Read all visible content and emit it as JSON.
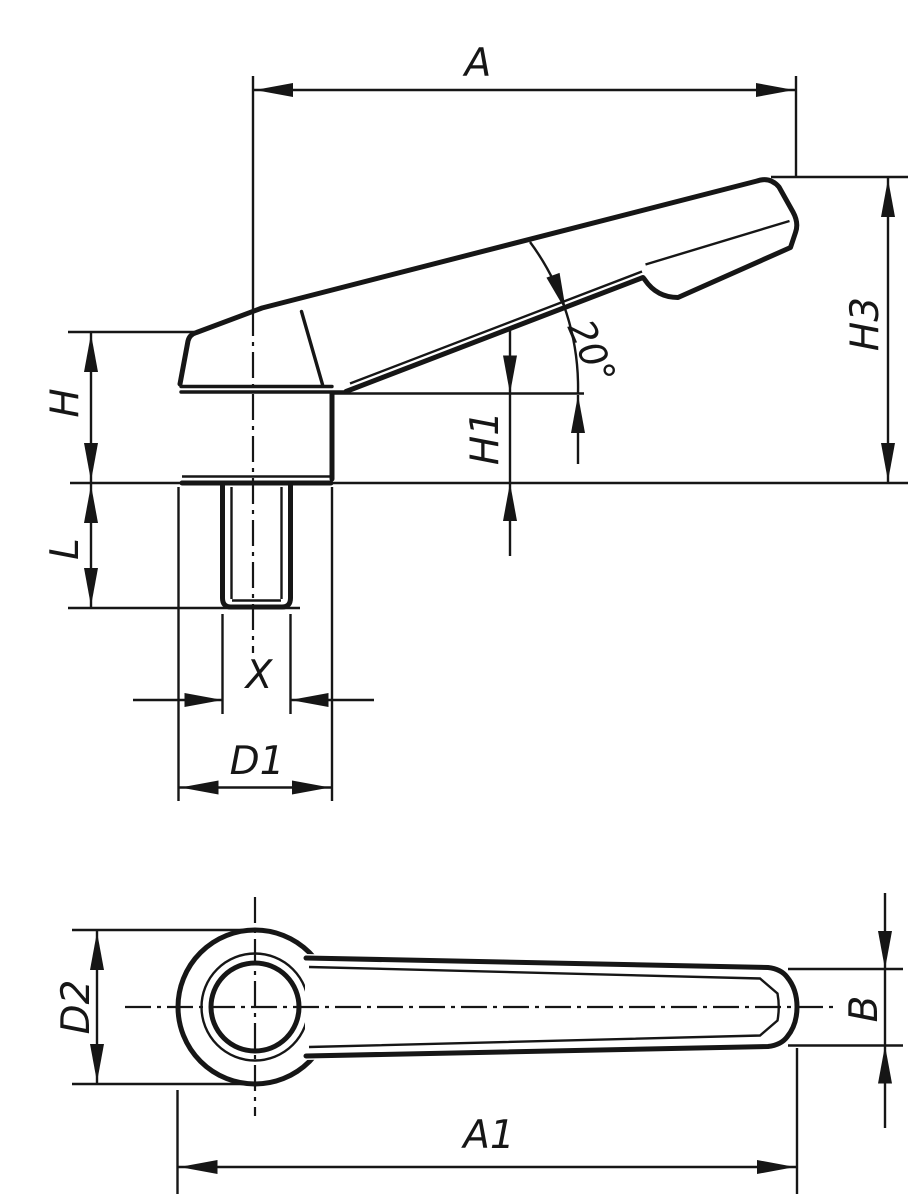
{
  "drawing": {
    "type": "technical-dimension-drawing",
    "background_color": "#ffffff",
    "line_color": "#161616",
    "angle_value_deg": 20,
    "labels": {
      "A": "A",
      "H": "H",
      "L": "L",
      "H1": "H1",
      "H3": "H3",
      "angle": "20°",
      "X": "X",
      "D1": "D1",
      "D2": "D2",
      "B": "B",
      "A1": "A1"
    }
  }
}
